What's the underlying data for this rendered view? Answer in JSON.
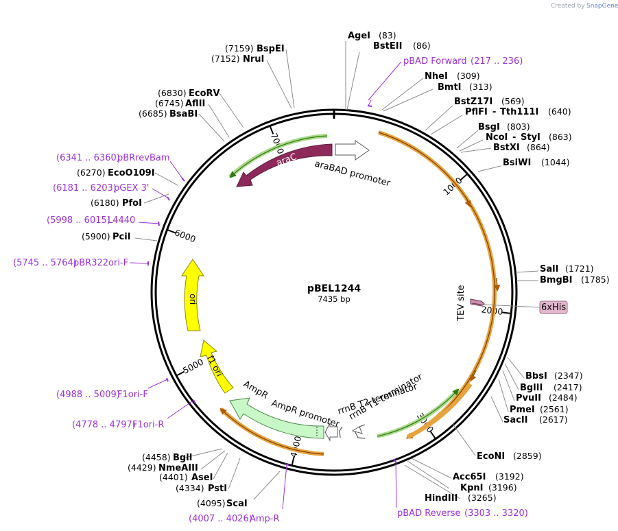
{
  "credit": {
    "prefix": "Created by",
    "brand": "SnapGene"
  },
  "plasmid": {
    "name": "pBEL1244",
    "length_label": "7435 bp",
    "length": 7435
  },
  "ticks": [
    {
      "label": "1000",
      "pos": 1000
    },
    {
      "label": "2000",
      "pos": 2000
    },
    {
      "label": "3000",
      "pos": 3000
    },
    {
      "label": "4000",
      "pos": 4000
    },
    {
      "label": "5000",
      "pos": 5000
    },
    {
      "label": "6000",
      "pos": 6000
    },
    {
      "label": "7000",
      "pos": 7000
    }
  ],
  "features": [
    {
      "name": "araC",
      "color": "#8e2a5b",
      "kind": "cds"
    },
    {
      "name": "araBAD promoter",
      "color": "#ffffff",
      "kind": "promoter"
    },
    {
      "name": "TEV site",
      "color": "#c98fb0",
      "kind": "site"
    },
    {
      "name": "6xHis",
      "color": "#e3b8cf",
      "kind": "tag"
    },
    {
      "name": "rrnB T1 terminator",
      "color": "#ffffff",
      "kind": "terminator"
    },
    {
      "name": "rrnB T2 terminator",
      "color": "#ffffff",
      "kind": "terminator"
    },
    {
      "name": "AmpR promoter",
      "color": "#ffffff",
      "kind": "promoter"
    },
    {
      "name": "AmpR",
      "color": "#c8f7c8",
      "kind": "cds"
    },
    {
      "name": "f1 ori",
      "color": "#ffff00",
      "kind": "origin"
    },
    {
      "name": "ori",
      "color": "#ffff00",
      "kind": "origin"
    }
  ],
  "sites": [
    {
      "name": "AgeI",
      "pos": "(83)"
    },
    {
      "name": "BstEII",
      "pos": "(86)"
    },
    {
      "name": "NheI",
      "pos": "(309)"
    },
    {
      "name": "BmtI",
      "pos": "(313)"
    },
    {
      "name": "BstZ17I",
      "pos": "(569)"
    },
    {
      "name": "PflFI",
      "pos": ""
    },
    {
      "name": "Tth111I",
      "pos": "(640)"
    },
    {
      "name": "BsgI",
      "pos": "(803)"
    },
    {
      "name": "NcoI",
      "pos": ""
    },
    {
      "name": "StyI",
      "pos": "(863)"
    },
    {
      "name": "BstXI",
      "pos": "(864)"
    },
    {
      "name": "BsiWI",
      "pos": "(1044)"
    },
    {
      "name": "SalI",
      "pos": "(1721)"
    },
    {
      "name": "BmgBI",
      "pos": "(1785)"
    },
    {
      "name": "BbsI",
      "pos": "(2347)"
    },
    {
      "name": "BglII",
      "pos": "(2417)"
    },
    {
      "name": "PvuII",
      "pos": "(2484)"
    },
    {
      "name": "PmeI",
      "pos": "(2561)"
    },
    {
      "name": "SacII",
      "pos": "(2617)"
    },
    {
      "name": "EcoNI",
      "pos": "(2859)"
    },
    {
      "name": "Acc65I",
      "pos": "(3192)"
    },
    {
      "name": "KpnI",
      "pos": "(3196)"
    },
    {
      "name": "HindIII",
      "pos": "(3265)"
    },
    {
      "name": "ScaI",
      "pos": "(4095)"
    },
    {
      "name": "PstI",
      "pos": "(4334)"
    },
    {
      "name": "AseI",
      "pos": "(4401)"
    },
    {
      "name": "NmeAIII",
      "pos": "(4429)"
    },
    {
      "name": "BglI",
      "pos": "(4458)"
    },
    {
      "name": "PciI",
      "pos": "(5900)"
    },
    {
      "name": "PfoI",
      "pos": "(6180)"
    },
    {
      "name": "EcoO109I",
      "pos": "(6270)"
    },
    {
      "name": "BsaBI",
      "pos": "(6685)"
    },
    {
      "name": "AflII",
      "pos": "(6745)"
    },
    {
      "name": "EcoRV",
      "pos": "(6830)"
    },
    {
      "name": "NruI",
      "pos": "(7152)"
    },
    {
      "name": "BspEI",
      "pos": "(7159)"
    }
  ],
  "primers": [
    {
      "name": "pBAD Forward",
      "range": "(217 .. 236)"
    },
    {
      "name": "pBAD Reverse",
      "range": "(3303 .. 3320)"
    },
    {
      "name": "Amp-R",
      "range": "(4007 .. 4026)"
    },
    {
      "name": "F1ori-R",
      "range": "(4778 .. 4797)"
    },
    {
      "name": "F1ori-F",
      "range": "(4988 .. 5009)"
    },
    {
      "name": "pBR322ori-F",
      "range": "(5745 .. 5764)"
    },
    {
      "name": "L4440",
      "range": "(5998 .. 6015)"
    },
    {
      "name": "pGEX 3'",
      "range": "(6181 .. 6203)"
    },
    {
      "name": "pBRrevBam",
      "range": "(6341 .. 6360)"
    }
  ],
  "colors": {
    "backbone": "#000000",
    "primer": "#9b30d9",
    "orf_outline": "#e8a33d",
    "green_orf": "#5fb52f",
    "leader": "#8a8a8a"
  }
}
